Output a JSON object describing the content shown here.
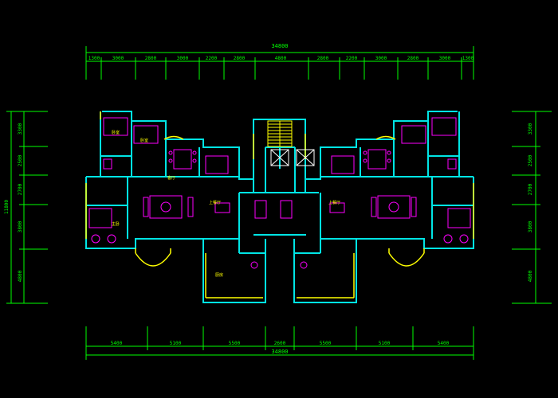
{
  "colors": {
    "background": "#000000",
    "dimension": "#00ff00",
    "wall": "#00e5e5",
    "window": "#ffff00",
    "furniture": "#ff00ff",
    "text": "#ffff00"
  },
  "top_dimensions": {
    "overall": "34800",
    "segments": [
      "1300",
      "3000",
      "2800",
      "3000",
      "2200",
      "2800",
      "4800",
      "2800",
      "2200",
      "3000",
      "2800",
      "3000",
      "1300"
    ]
  },
  "bottom_dimensions": {
    "overall": "34800",
    "segments": [
      "5400",
      "5100",
      "5500",
      "2600",
      "5500",
      "5100",
      "5400"
    ]
  },
  "left_dimensions": {
    "overall": "11800",
    "segments": [
      "3300",
      "2500",
      "2700",
      "3800",
      "4800"
    ]
  },
  "right_dimensions": {
    "segments": [
      "3300",
      "2500",
      "2700",
      "3800",
      "4800"
    ]
  },
  "room_labels": {
    "left_bedroom1": "卧室",
    "left_bedroom2": "卧室",
    "left_living": "客厅",
    "left_master": "主卧",
    "left_kitchen": "厨房",
    "left_dining": "上餐厅",
    "right_dining": "上餐厅"
  }
}
